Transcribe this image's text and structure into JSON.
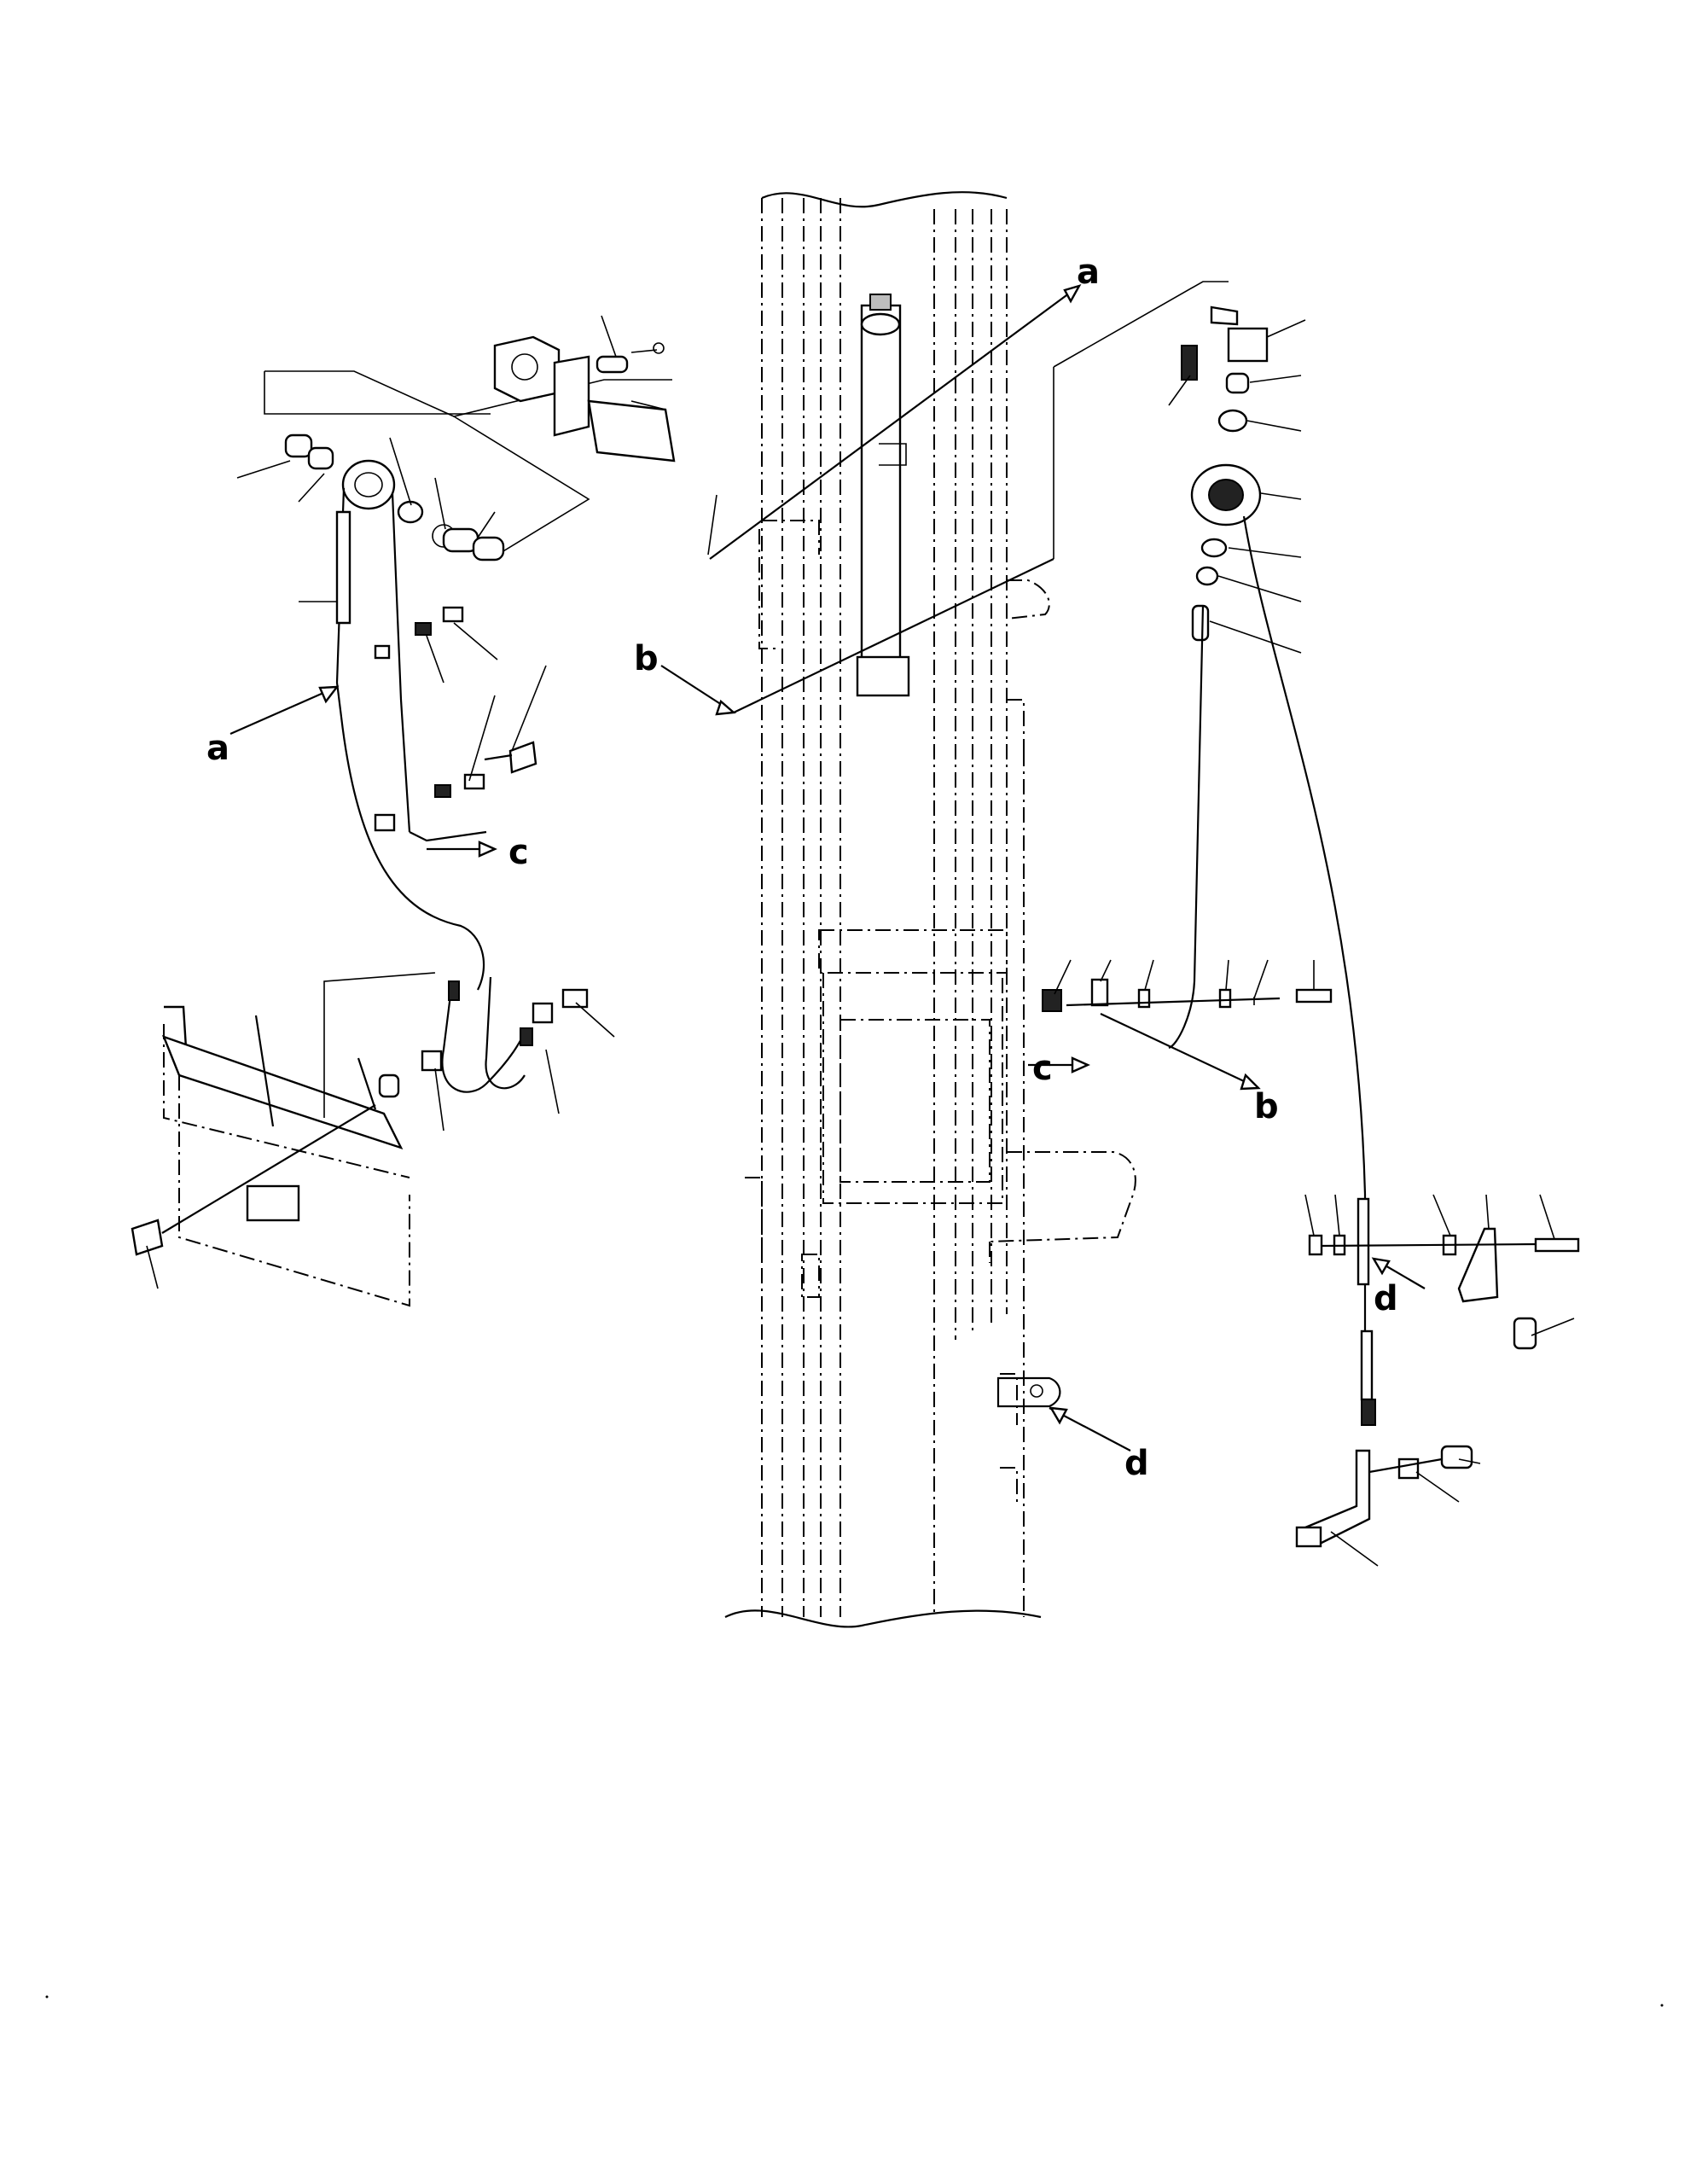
{
  "figure": {
    "view_labels": {
      "a_top": "a",
      "a_left": "a",
      "b_left": "b",
      "b_right": "b",
      "c_left": "c",
      "c_right": "c",
      "d_right": "d",
      "d_center": "d"
    }
  }
}
